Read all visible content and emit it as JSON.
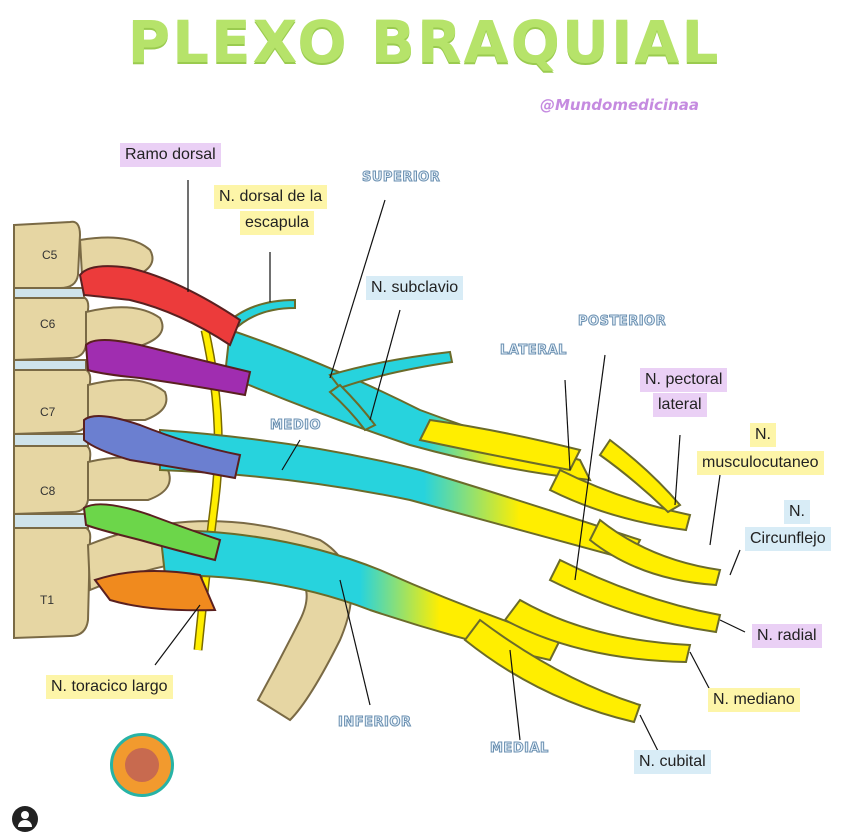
{
  "title": "PLEXO BRAQUIAL",
  "handle": "@Mundomedicinaa",
  "vertebrae": [
    "C5",
    "C6",
    "C7",
    "C8",
    "T1"
  ],
  "trunks": {
    "superior": "SUPERIOR",
    "medio": "MEDIO",
    "inferior": "INFERIOR",
    "lateral": "LATERAL",
    "posterior": "POSTERIOR",
    "medial": "MEDIAL"
  },
  "labels": {
    "ramo_dorsal": "Ramo dorsal",
    "dorsal_escapula_1": "N. dorsal de la",
    "dorsal_escapula_2": "escapula",
    "subclavio": "N. subclavio",
    "pectoral_1": "N. pectoral",
    "pectoral_2": "lateral",
    "musculocutaneo_1": "N.",
    "musculocutaneo_2": "musculocutaneo",
    "circunflejo_1": "N.",
    "circunflejo_2": "Circunflejo",
    "radial": "N. radial",
    "mediano": "N. mediano",
    "cubital": "N. cubital",
    "toracico_largo": "N. toracico largo"
  },
  "colors": {
    "c5": "#ec3b3b",
    "c6": "#a02db0",
    "c7": "#6b7fd0",
    "c8": "#6cd64a",
    "t1": "#f08a1e",
    "trunk": "#27d3dd",
    "cord": "#ffee00",
    "bone": "#e6d6a3"
  }
}
